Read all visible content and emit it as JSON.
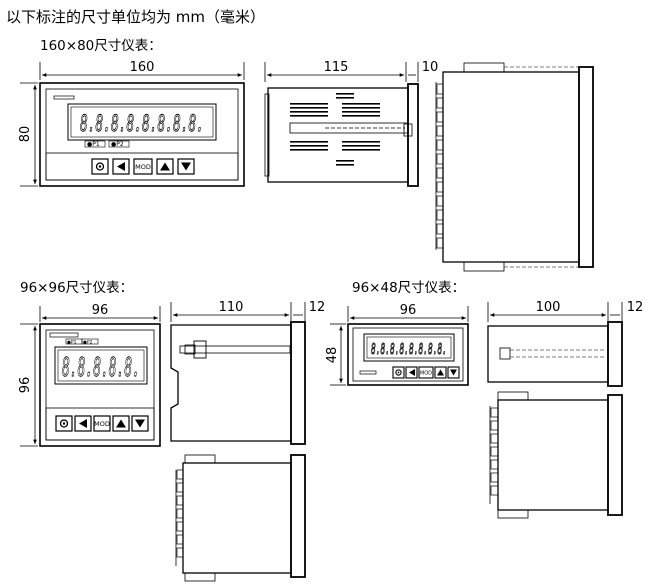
{
  "header": {
    "title": "以下标注的尺寸单位均为 mm（毫米）"
  },
  "sections": {
    "s160": {
      "label": "160×80尺寸仪表：",
      "dim_width": "160",
      "dim_height": "80",
      "dim_depth": "115",
      "dim_bezel": "10",
      "display": "8.8.8.8.8.8.8.8."
    },
    "s96": {
      "label": "96×96尺寸仪表：",
      "dim_width": "96",
      "dim_height": "96",
      "dim_depth": "110",
      "dim_bezel": "12",
      "display": "8.8.8.8.8."
    },
    "s9648": {
      "label": "96×48尺寸仪表：",
      "dim_width": "96",
      "dim_height": "48",
      "dim_depth": "100",
      "dim_bezel": "12",
      "display": "8.8.8.8.8.8.8.8."
    }
  },
  "panel": {
    "p1": "●P1",
    "p2": "●P2",
    "mod": "MOD",
    "set_icon": "set-button-icon",
    "left_icon": "left-arrow-icon",
    "up_icon": "up-arrow-icon",
    "down_icon": "down-arrow-icon"
  }
}
